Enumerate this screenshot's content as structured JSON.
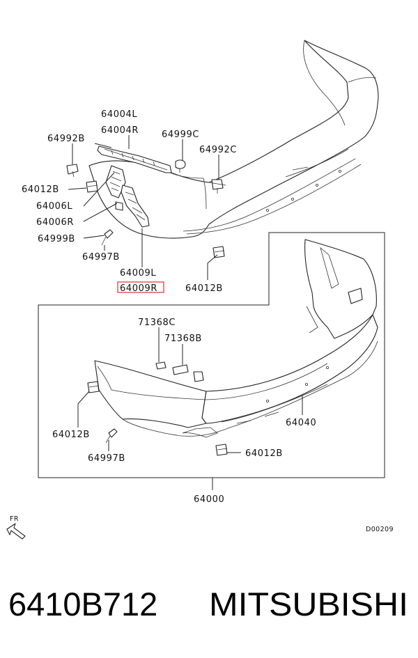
{
  "diagram": {
    "callouts": {
      "p64004L": "64004L",
      "p64004R": "64004R",
      "p64992B": "64992B",
      "p64999C": "64999C",
      "p64992C": "64992C",
      "p64012B_1": "64012B",
      "p64006L": "64006L",
      "p64006R": "64006R",
      "p64999B": "64999B",
      "p64997B_1": "64997B",
      "p64009L": "64009L",
      "p64009R": "64009R",
      "p64012B_2": "64012B",
      "p71368C": "71368C",
      "p71368B": "71368B",
      "p64040": "64040",
      "p64012B_3": "64012B",
      "p64997B_2": "64997B",
      "p64012B_4": "64012B",
      "p64000": "64000"
    },
    "front_marker": "FR",
    "diagram_code": "D00209",
    "highlight_color": "#e23030"
  },
  "caption": {
    "part_number": "6410B712",
    "brand": "MITSUBISHI"
  }
}
